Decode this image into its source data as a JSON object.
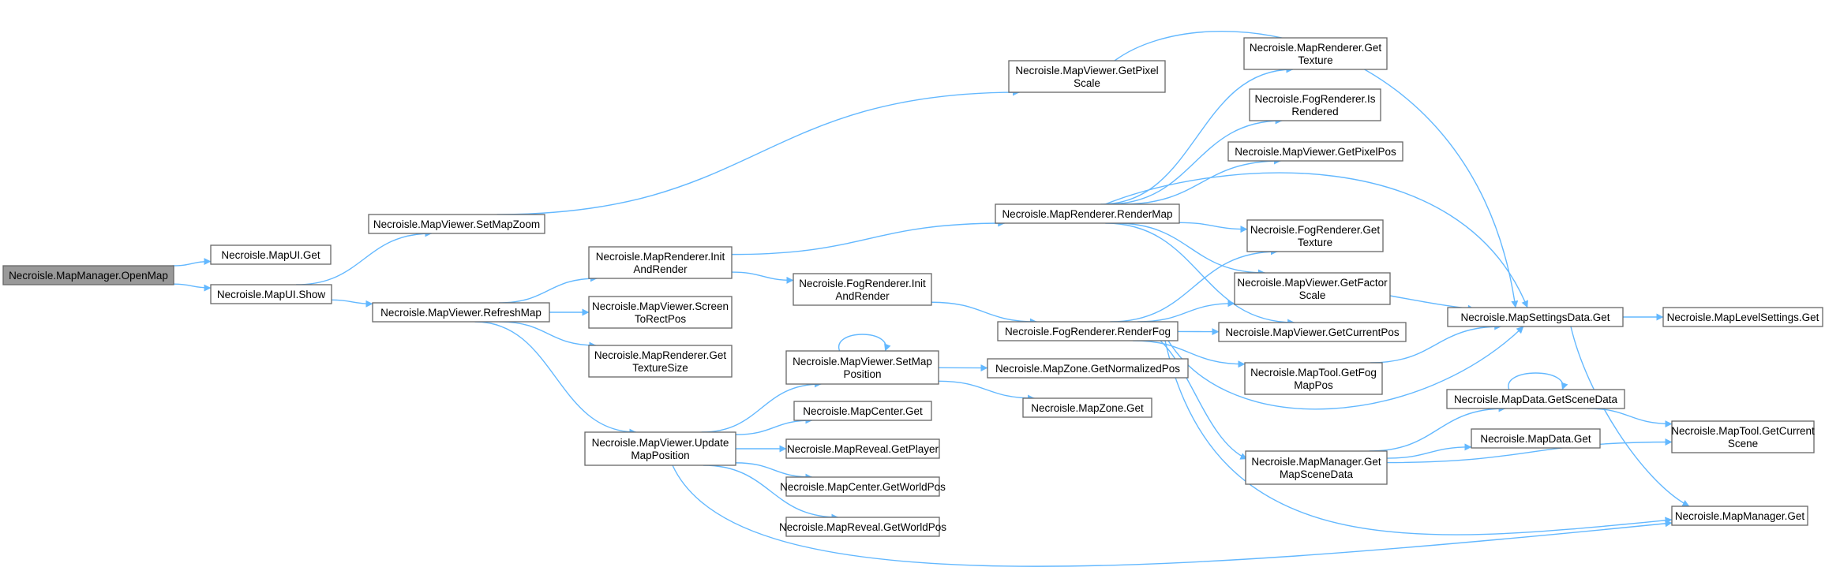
{
  "graph": {
    "title": "",
    "nodes": [
      {
        "id": "openmap",
        "lines": [
          "Necroisle.MapManager.OpenMap"
        ],
        "highlighted": true
      },
      {
        "id": "mapui_get",
        "lines": [
          "Necroisle.MapUI.Get"
        ]
      },
      {
        "id": "mapui_show",
        "lines": [
          "Necroisle.MapUI.Show"
        ]
      },
      {
        "id": "setmapzoom",
        "lines": [
          "Necroisle.MapViewer.SetMapZoom"
        ]
      },
      {
        "id": "refreshmap",
        "lines": [
          "Necroisle.MapViewer.RefreshMap"
        ]
      },
      {
        "id": "getpixelscale",
        "lines": [
          "Necroisle.MapViewer.GetPixel",
          "Scale"
        ]
      },
      {
        "id": "initandrender",
        "lines": [
          "Necroisle.MapRenderer.Init",
          "AndRender"
        ]
      },
      {
        "id": "screentorect",
        "lines": [
          "Necroisle.MapViewer.Screen",
          "ToRectPos"
        ]
      },
      {
        "id": "gettexturesize",
        "lines": [
          "Necroisle.MapRenderer.Get",
          "TextureSize"
        ]
      },
      {
        "id": "updatemappos",
        "lines": [
          "Necroisle.MapViewer.Update",
          "MapPosition"
        ]
      },
      {
        "id": "fog_init",
        "lines": [
          "Necroisle.FogRenderer.Init",
          "AndRender"
        ]
      },
      {
        "id": "rendermap",
        "lines": [
          "Necroisle.MapRenderer.RenderMap"
        ]
      },
      {
        "id": "renderfog",
        "lines": [
          "Necroisle.FogRenderer.RenderFog"
        ]
      },
      {
        "id": "setmappos",
        "lines": [
          "Necroisle.MapViewer.SetMap",
          "Position"
        ]
      },
      {
        "id": "mapcenter_get",
        "lines": [
          "Necroisle.MapCenter.Get"
        ]
      },
      {
        "id": "getplayer",
        "lines": [
          "Necroisle.MapReveal.GetPlayer"
        ]
      },
      {
        "id": "center_worldpos",
        "lines": [
          "Necroisle.MapCenter.GetWorldPos"
        ]
      },
      {
        "id": "reveal_worldpos",
        "lines": [
          "Necroisle.MapReveal.GetWorldPos"
        ]
      },
      {
        "id": "normpos",
        "lines": [
          "Necroisle.MapZone.GetNormalizedPos"
        ]
      },
      {
        "id": "mapzone_get",
        "lines": [
          "Necroisle.MapZone.Get"
        ]
      },
      {
        "id": "mr_gettexture",
        "lines": [
          "Necroisle.MapRenderer.Get",
          "Texture"
        ]
      },
      {
        "id": "isrendered",
        "lines": [
          "Necroisle.FogRenderer.Is",
          "Rendered"
        ]
      },
      {
        "id": "getpixelpos",
        "lines": [
          "Necroisle.MapViewer.GetPixelPos"
        ]
      },
      {
        "id": "fr_gettexture",
        "lines": [
          "Necroisle.FogRenderer.Get",
          "Texture"
        ]
      },
      {
        "id": "getfactorscale",
        "lines": [
          "Necroisle.MapViewer.GetFactor",
          "Scale"
        ]
      },
      {
        "id": "getcurrentpos",
        "lines": [
          "Necroisle.MapViewer.GetCurrentPos"
        ]
      },
      {
        "id": "getfogmappos",
        "lines": [
          "Necroisle.MapTool.GetFog",
          "MapPos"
        ]
      },
      {
        "id": "getmapscenedata",
        "lines": [
          "Necroisle.MapManager.Get",
          "MapSceneData"
        ]
      },
      {
        "id": "settings_get",
        "lines": [
          "Necroisle.MapSettingsData.Get"
        ]
      },
      {
        "id": "getscenedata",
        "lines": [
          "Necroisle.MapData.GetSceneData"
        ]
      },
      {
        "id": "mapdata_get",
        "lines": [
          "Necroisle.MapData.Get"
        ]
      },
      {
        "id": "levelsettings_get",
        "lines": [
          "Necroisle.MapLevelSettings.Get"
        ]
      },
      {
        "id": "getcurrentscene",
        "lines": [
          "Necroisle.MapTool.GetCurrent",
          "Scene"
        ]
      },
      {
        "id": "mapmanager_get",
        "lines": [
          "Necroisle.MapManager.Get"
        ]
      }
    ],
    "edges": [
      [
        "openmap",
        "mapui_get"
      ],
      [
        "openmap",
        "mapui_show"
      ],
      [
        "mapui_show",
        "setmapzoom"
      ],
      [
        "mapui_show",
        "refreshmap"
      ],
      [
        "setmapzoom",
        "getpixelscale"
      ],
      [
        "refreshmap",
        "initandrender"
      ],
      [
        "refreshmap",
        "screentorect"
      ],
      [
        "refreshmap",
        "gettexturesize"
      ],
      [
        "refreshmap",
        "updatemappos"
      ],
      [
        "initandrender",
        "rendermap"
      ],
      [
        "initandrender",
        "fog_init"
      ],
      [
        "fog_init",
        "renderfog"
      ],
      [
        "updatemappos",
        "setmappos"
      ],
      [
        "updatemappos",
        "mapcenter_get"
      ],
      [
        "updatemappos",
        "getplayer"
      ],
      [
        "updatemappos",
        "center_worldpos"
      ],
      [
        "updatemappos",
        "reveal_worldpos"
      ],
      [
        "updatemappos",
        "mapmanager_get"
      ],
      [
        "setmappos",
        "setmappos"
      ],
      [
        "setmappos",
        "normpos"
      ],
      [
        "setmappos",
        "mapzone_get"
      ],
      [
        "getpixelscale",
        "settings_get"
      ],
      [
        "rendermap",
        "mr_gettexture"
      ],
      [
        "rendermap",
        "isrendered"
      ],
      [
        "rendermap",
        "getpixelpos"
      ],
      [
        "rendermap",
        "settings_get"
      ],
      [
        "rendermap",
        "fr_gettexture"
      ],
      [
        "rendermap",
        "getfactorscale"
      ],
      [
        "rendermap",
        "getcurrentpos"
      ],
      [
        "renderfog",
        "fr_gettexture"
      ],
      [
        "renderfog",
        "getfactorscale"
      ],
      [
        "renderfog",
        "getcurrentpos"
      ],
      [
        "renderfog",
        "getfogmappos"
      ],
      [
        "renderfog",
        "settings_get"
      ],
      [
        "renderfog",
        "getmapscenedata"
      ],
      [
        "renderfog",
        "mapmanager_get"
      ],
      [
        "getfactorscale",
        "settings_get"
      ],
      [
        "getfogmappos",
        "settings_get"
      ],
      [
        "getmapscenedata",
        "getscenedata"
      ],
      [
        "getmapscenedata",
        "mapdata_get"
      ],
      [
        "getmapscenedata",
        "getcurrentscene"
      ],
      [
        "getscenedata",
        "getscenedata"
      ],
      [
        "getscenedata",
        "getcurrentscene"
      ],
      [
        "settings_get",
        "levelsettings_get"
      ],
      [
        "settings_get",
        "mapmanager_get"
      ]
    ]
  }
}
